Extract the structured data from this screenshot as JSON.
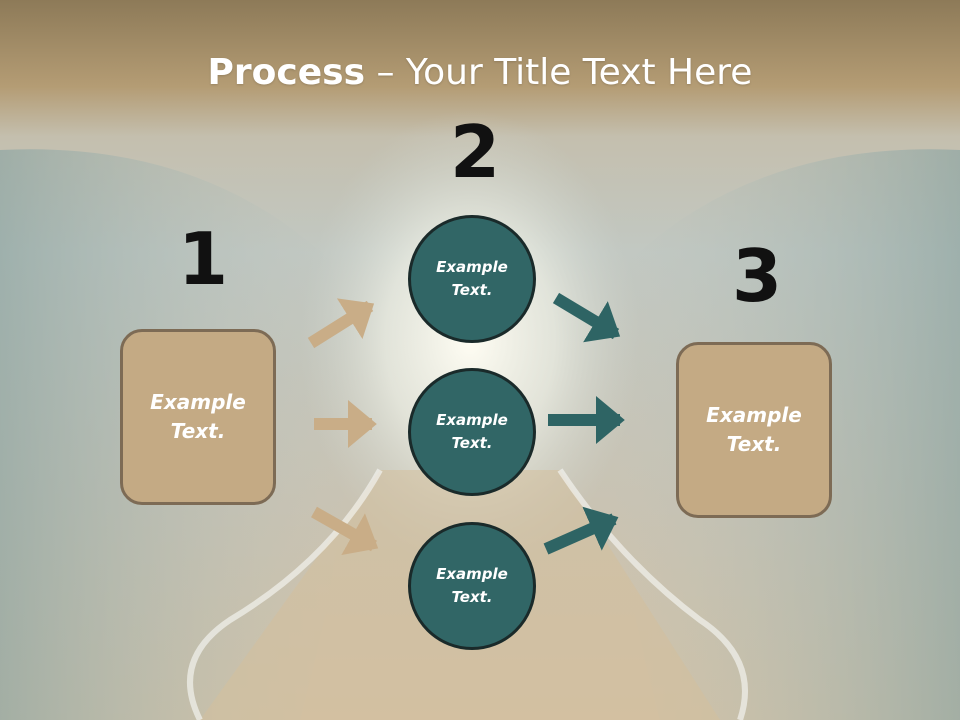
{
  "title": {
    "bold": "Process",
    "rest": " – Your Title Text Here"
  },
  "steps": [
    {
      "number": "1",
      "text": "Example\nText."
    },
    {
      "number": "2",
      "nodes": [
        "Example\nText.",
        "Example\nText.",
        "Example\nText."
      ]
    },
    {
      "number": "3",
      "text": "Example\nText."
    }
  ],
  "colors": {
    "box_fill": "#c4aa84",
    "circle_fill": "#316666",
    "tan_arrow": "#c9ad87",
    "teal_arrow": "#2e6464"
  }
}
